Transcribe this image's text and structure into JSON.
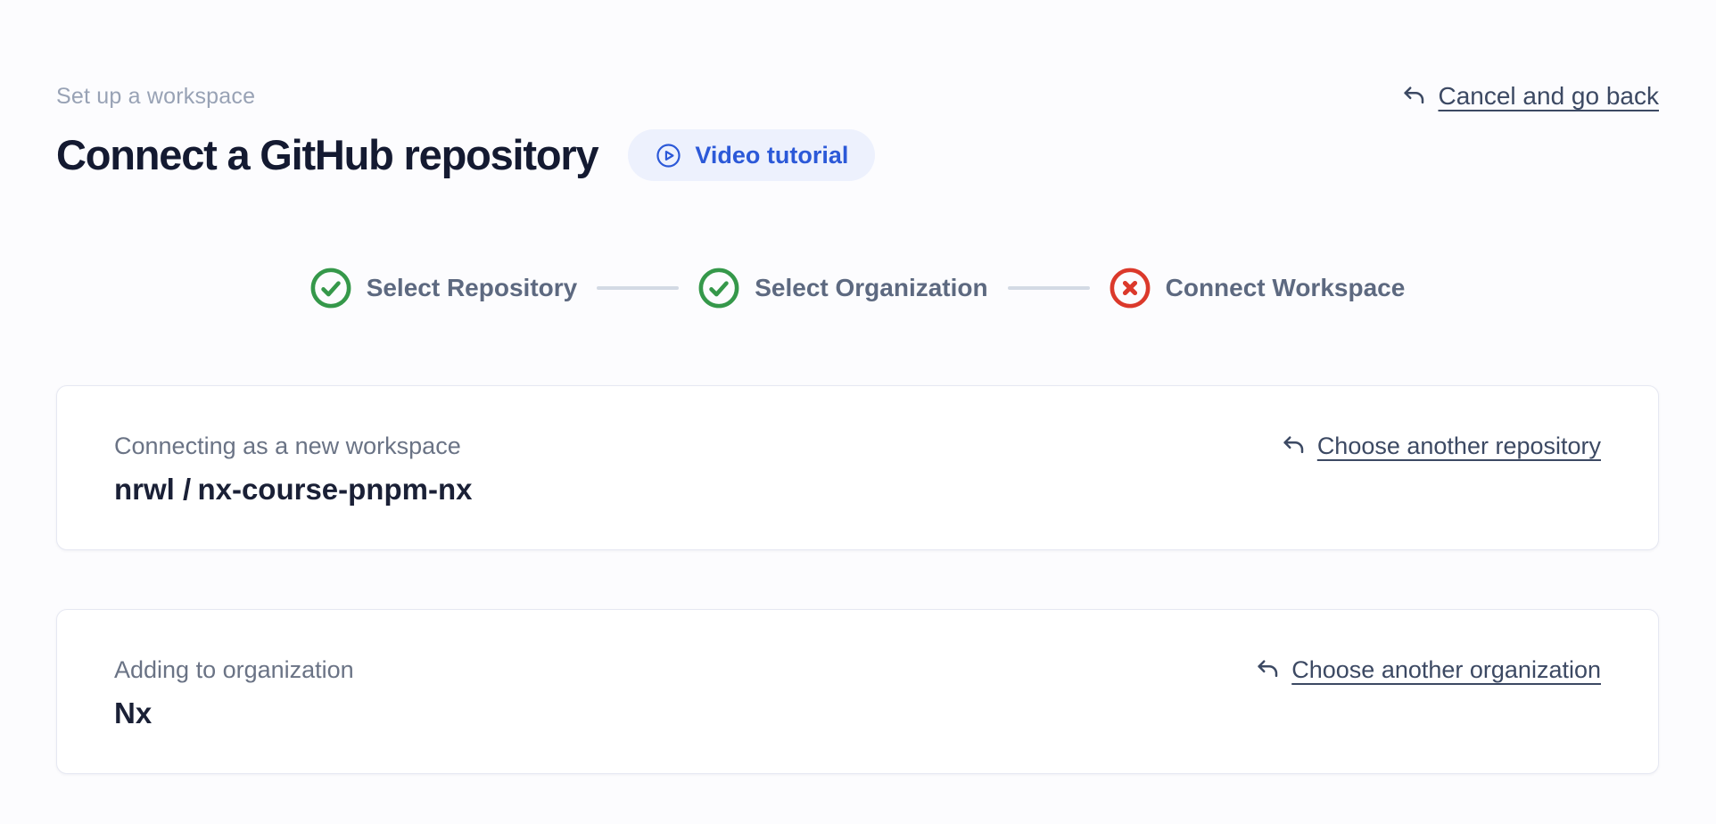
{
  "page": {
    "eyebrow": "Set up a workspace",
    "title": "Connect a GitHub repository"
  },
  "header": {
    "cancel_link": {
      "label": "Cancel and go back",
      "icon": "undo-arrow-icon"
    },
    "video_button": {
      "label": "Video tutorial",
      "icon": "play-circle-icon"
    }
  },
  "stepper": {
    "steps": [
      {
        "label": "Select Repository",
        "status": "complete",
        "icon": "check-circle-icon"
      },
      {
        "label": "Select Organization",
        "status": "complete",
        "icon": "check-circle-icon"
      },
      {
        "label": "Connect Workspace",
        "status": "error",
        "icon": "x-circle-icon"
      }
    ]
  },
  "cards": [
    {
      "label": "Connecting as a new workspace",
      "value_prefix": "nrwl /",
      "value": "nx-course-pnpm-nx",
      "action": {
        "label": "Choose another repository",
        "icon": "undo-arrow-icon"
      }
    },
    {
      "label": "Adding to organization",
      "value": "Nx",
      "action": {
        "label": "Choose another organization",
        "icon": "undo-arrow-icon"
      }
    }
  ],
  "colors": {
    "accent_blue": "#2c59d8",
    "pill_background": "#edf1fd",
    "success_green": "#35984a",
    "error_red": "#db392b",
    "muted_text": "#98a2b5",
    "step_label": "#5d6980",
    "card_border": "#e6e8f2",
    "dark_text": "#141a31"
  }
}
